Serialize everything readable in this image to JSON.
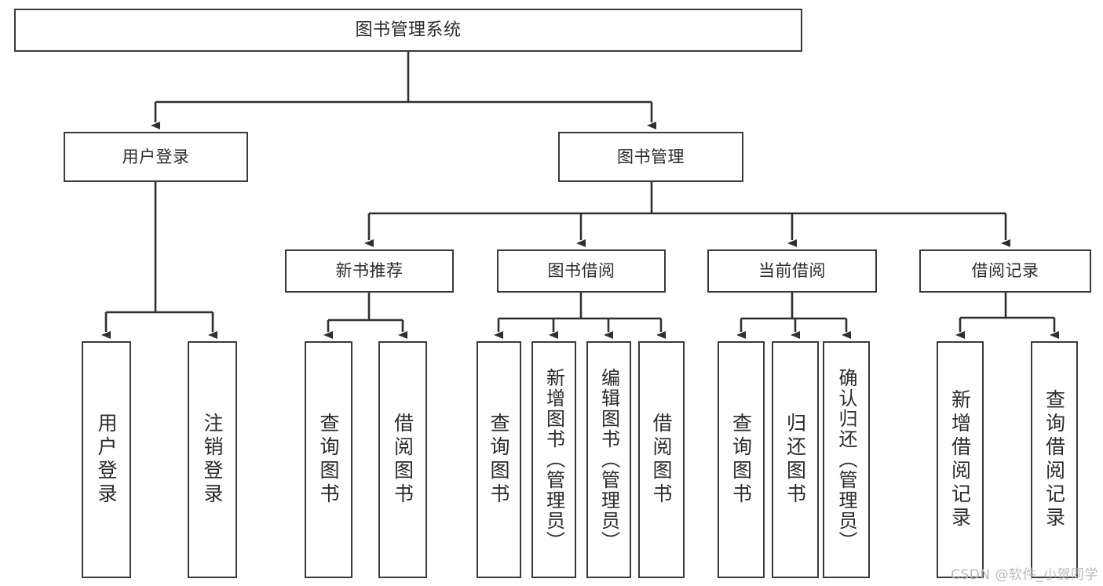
{
  "diagram": {
    "title": "图书管理系统",
    "type": "tree",
    "colors": {
      "box_border": "#3a3a3a",
      "box_fill": "#ffffff",
      "connector": "#2f2f2f",
      "text": "#2b2b2b",
      "watermark": "#b9b9b9",
      "background": "#ffffff"
    },
    "root": {
      "label": "图书管理系统"
    },
    "level2": [
      {
        "label": "用户登录"
      },
      {
        "label": "图书管理"
      }
    ],
    "level3": [
      {
        "label": "新书推荐"
      },
      {
        "label": "图书借阅"
      },
      {
        "label": "当前借阅"
      },
      {
        "label": "借阅记录"
      }
    ],
    "leaves": {
      "user_login": [
        {
          "label": "用户登录"
        },
        {
          "label": "注销登录"
        }
      ],
      "new_book_recommend": [
        {
          "label": "查询图书"
        },
        {
          "label": "借阅图书"
        }
      ],
      "book_borrow": [
        {
          "label": "查询图书"
        },
        {
          "label": "新增图书（管理员）"
        },
        {
          "label": "编辑图书（管理员）"
        },
        {
          "label": "借阅图书"
        }
      ],
      "current_borrow": [
        {
          "label": "查询图书"
        },
        {
          "label": "归还图书"
        },
        {
          "label": "确认归还（管理员）"
        }
      ],
      "borrow_record": [
        {
          "label": "新增借阅记录"
        },
        {
          "label": "查询借阅记录"
        }
      ]
    },
    "watermark": "CSDN @软件_小贺同学"
  }
}
